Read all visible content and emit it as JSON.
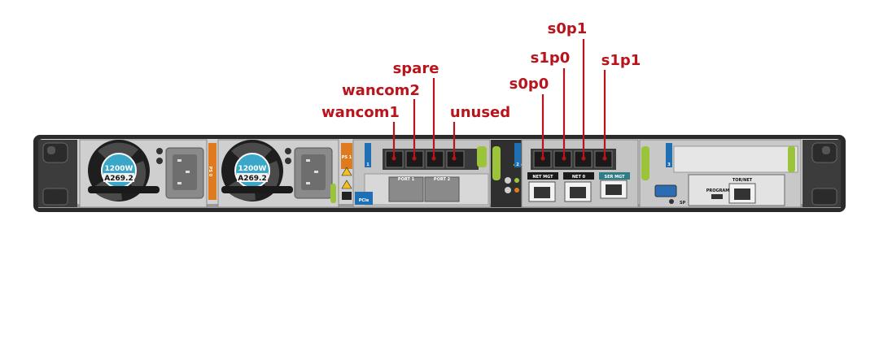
{
  "colors": {
    "callout": "#b8141c",
    "chassis_dark": "#2a2a2a",
    "panel": "#d6d6d6",
    "ps_tag": "#e07a1e",
    "pcie_tag": "#1f6fb5",
    "badge": "#3aa6c8",
    "handle_green": "#9bc43b"
  },
  "callouts": {
    "wancom1": "wancom1",
    "wancom2": "wancom2",
    "spare": "spare",
    "unused": "unused",
    "s0p0": "s0p0",
    "s1p0": "s1p0",
    "s0p1": "s0p1",
    "s1p1": "s1p1"
  },
  "psu": [
    {
      "watts": "1200W",
      "model": "A269.2",
      "tag": "PS 0"
    },
    {
      "watts": "1200W",
      "model": "A269.2",
      "tag": "PS 1"
    }
  ],
  "ports": {
    "port1": "PORT 1",
    "port2": "PORT 2",
    "net_mgt": "NET MGT",
    "net0": "NET 0",
    "ser_mgt": "SER MGT",
    "tor_net": "TOR/NET",
    "program": "PROGRAM",
    "sp": "SP"
  },
  "slots": {
    "pcie1": "1",
    "pcie2": "2",
    "pcie3": "3",
    "pcie_label": "PCIe"
  }
}
